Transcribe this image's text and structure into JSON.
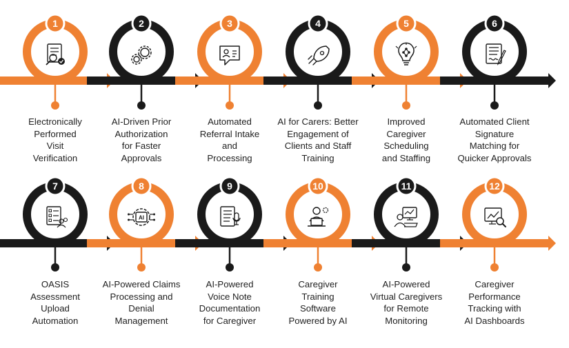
{
  "palette": {
    "orange": "#ef8132",
    "black": "#1a1a1a",
    "white": "#ffffff"
  },
  "steps": [
    {
      "number": "1",
      "label": "Electronically\nPerformed\nVisit\nVerification",
      "color": "orange",
      "icon": "checklist-magnifier-icon"
    },
    {
      "number": "2",
      "label": "AI-Driven Prior\nAuthorization\nfor Faster\nApprovals",
      "color": "black",
      "icon": "gears-icon"
    },
    {
      "number": "3",
      "label": "Automated\nReferral Intake\nand\nProcessing",
      "color": "orange",
      "icon": "referral-chat-icon"
    },
    {
      "number": "4",
      "label": "AI for Carers: Better\nEngagement of\nClients and Staff\nTraining",
      "color": "black",
      "icon": "rocket-icon"
    },
    {
      "number": "5",
      "label": "Improved\nCaregiver\nScheduling\nand Staffing",
      "color": "orange",
      "icon": "lightbulb-network-icon"
    },
    {
      "number": "6",
      "label": "Automated Client\nSignature\nMatching for\nQuicker Approvals",
      "color": "black",
      "icon": "signed-document-icon"
    },
    {
      "number": "7",
      "label": "OASIS\nAssessment\nUpload\nAutomation",
      "color": "black",
      "icon": "assessment-list-icon"
    },
    {
      "number": "8",
      "label": "AI-Powered Claims\nProcessing and\nDenial\nManagement",
      "color": "orange",
      "icon": "ai-gear-icon"
    },
    {
      "number": "9",
      "label": "AI-Powered\nVoice Note\nDocumentation\nfor Caregiver",
      "color": "black",
      "icon": "voice-document-icon"
    },
    {
      "number": "10",
      "label": "Caregiver\nTraining\nSoftware\nPowered by AI",
      "color": "orange",
      "icon": "person-laptop-icon"
    },
    {
      "number": "11",
      "label": "AI-Powered\nVirtual Caregivers\nfor Remote\nMonitoring",
      "color": "black",
      "icon": "remote-monitoring-icon"
    },
    {
      "number": "12",
      "label": "Caregiver\nPerformance\nTracking with\nAI Dashboards",
      "color": "orange",
      "icon": "dashboard-magnifier-icon"
    }
  ]
}
